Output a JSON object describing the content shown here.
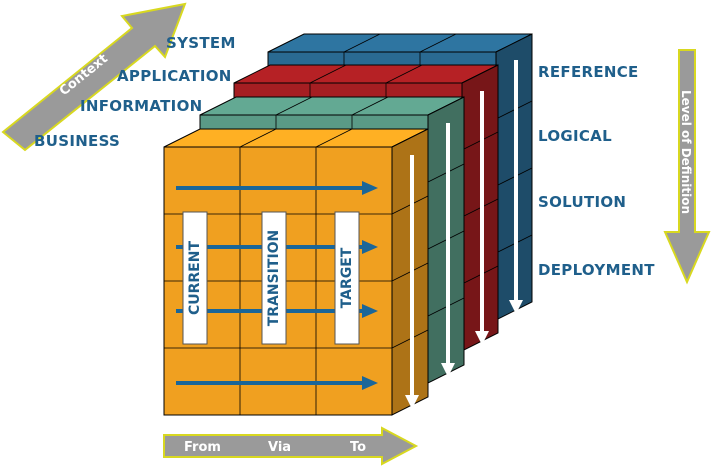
{
  "context": {
    "arrow_label": "Context",
    "levels": [
      "SYSTEM",
      "APPLICATION",
      "INFORMATION",
      "BUSINESS"
    ]
  },
  "level_of_definition": {
    "arrow_label": "Level of Definition",
    "levels": [
      "REFERENCE",
      "LOGICAL",
      "SOLUTION",
      "DEPLOYMENT"
    ]
  },
  "states": [
    "CURRENT",
    "TRANSITION",
    "TARGET"
  ],
  "from_via_to": {
    "from": "From",
    "via": "Via",
    "to": "To"
  },
  "colors": {
    "label_blue": "#1f5f8b",
    "arrow_gray": "#9a9a9a",
    "arrow_outline": "#d8d820",
    "system_layer": "#2a6a92",
    "application_layer": "#a51e22",
    "information_layer": "#5a9a86",
    "business_layer": "#f0a020",
    "flow_arrow": "#1a6699"
  }
}
